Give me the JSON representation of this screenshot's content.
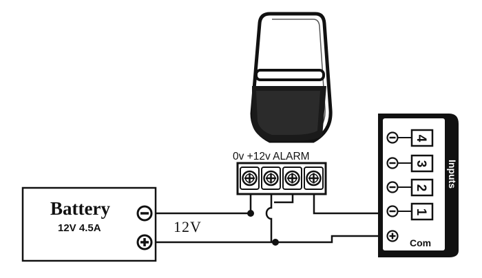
{
  "battery": {
    "title": "Battery",
    "spec": "12V 4.5A",
    "negative_symbol": "−",
    "positive_symbol": "+"
  },
  "supply_label": "12V",
  "detector": {
    "terminal_labels": "0v +12v ALARM"
  },
  "inputs_panel": {
    "title": "Inputs",
    "channels": [
      {
        "number": "4"
      },
      {
        "number": "3"
      },
      {
        "number": "2"
      },
      {
        "number": "1"
      }
    ],
    "common_label": "Com"
  }
}
